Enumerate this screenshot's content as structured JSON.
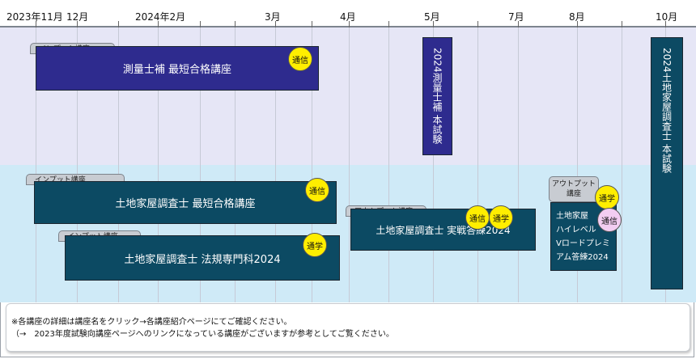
{
  "timeline": {
    "months": [
      "2023年11月",
      "12月",
      "2024年2月",
      "3月",
      "4月",
      "5月",
      "7月",
      "8月",
      "10月"
    ]
  },
  "survey_band": {
    "course": {
      "tag": "インプット講座",
      "name": "測量士補 最短合格講座",
      "badge": "通信"
    },
    "exam": {
      "year": "2024",
      "name": "測量士補 本試験"
    }
  },
  "land_band": {
    "course1": {
      "tag": "インプット講座",
      "name": "土地家屋調査士 最短合格講座",
      "badge": "通信"
    },
    "course2": {
      "tag": "インプット講座",
      "name": "土地家屋調査士 法規専門科2024",
      "badge": "通学"
    },
    "course3": {
      "tag": "アウトプット講座",
      "name": "土地家屋調査士 実戦答練2024",
      "badge1": "通信",
      "badge2": "通学"
    },
    "course4": {
      "tag_line1": "アウトプット",
      "tag_line2": "講座",
      "lines": [
        "土地家屋",
        "ハイレベル",
        "Vロードプレミ",
        "アム答練2024"
      ],
      "badge1": "通学",
      "badge2": "通信"
    },
    "exam": {
      "year": "2024",
      "name": "土地家屋調査士 本試験"
    }
  },
  "notes": {
    "line1": "※各講座の詳細は講座名をクリック→各講座紹介ページにてご確認ください。",
    "line2": "（→　2023年度試験向講座ページへのリンクになっている講座がございますが参考としてご覧ください。"
  },
  "colors": {
    "navy": "#2e2b8e",
    "teal": "#0c4a63",
    "badge_yellow": "#ffee00",
    "badge_pink": "#f2cdf2"
  }
}
